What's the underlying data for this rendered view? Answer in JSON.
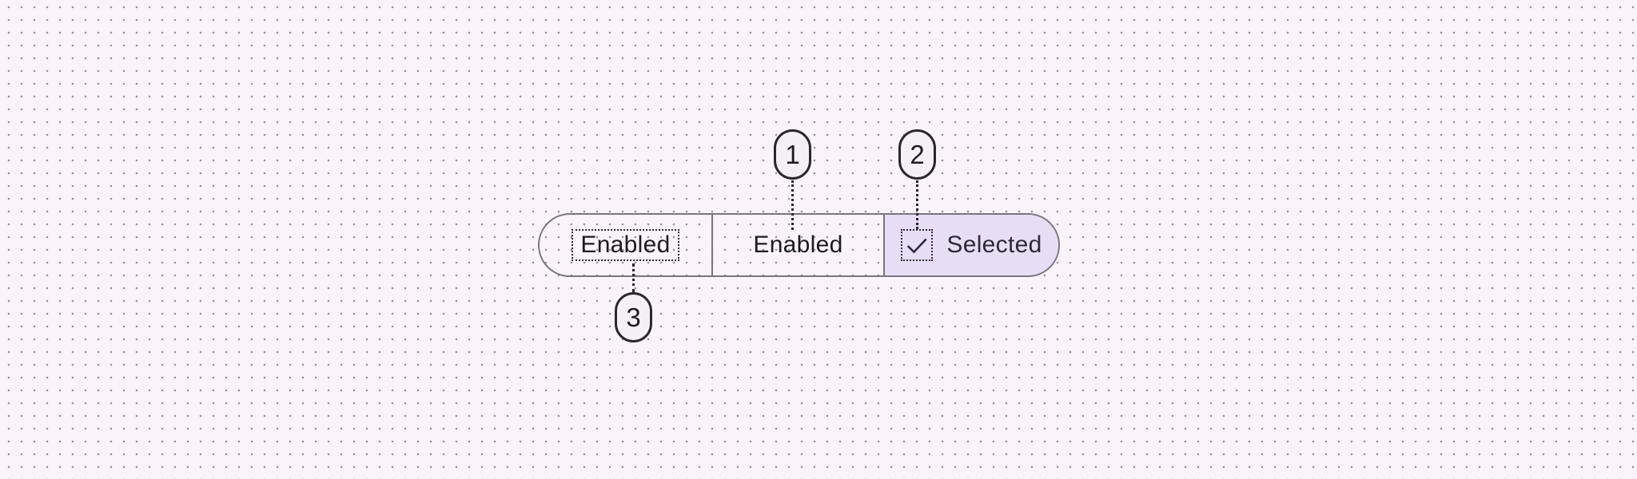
{
  "diagram": {
    "component": "segmented-button",
    "colors": {
      "background": "#faf3fa",
      "grid_dot": "#97919c",
      "outline": "#79747e",
      "selected_segment_fill": "#e7def6",
      "label_text": "#1c1b1f",
      "annotation_ink": "#2a272e",
      "badge_fill": "#f5f0f6"
    }
  },
  "segmented_button": {
    "segments": [
      {
        "label": "Enabled",
        "state": "enabled"
      },
      {
        "label": "Enabled",
        "state": "enabled"
      },
      {
        "label": "Selected",
        "state": "selected",
        "icon": "checkmark-icon"
      }
    ]
  },
  "annotations": {
    "badge_1": "1",
    "badge_2": "2",
    "badge_3": "3"
  }
}
